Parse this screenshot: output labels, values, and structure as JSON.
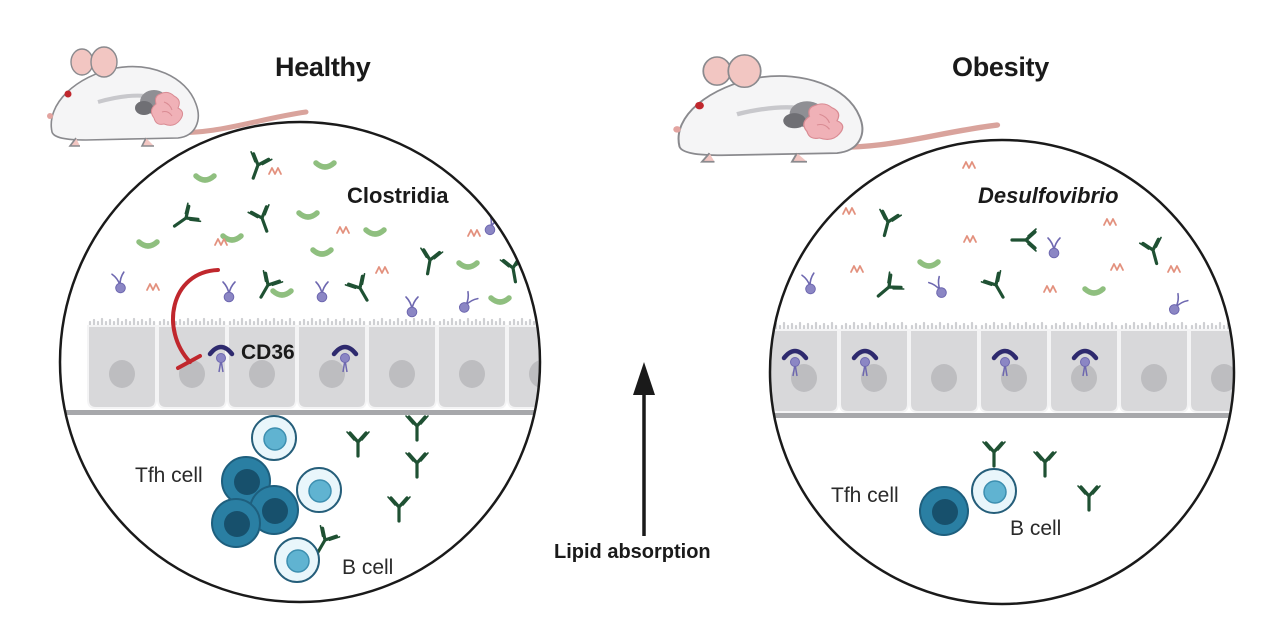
{
  "healthy": {
    "title": "Healthy",
    "bacteria_label": "Clostridia",
    "receptor_label": "CD36",
    "tfh_label": "Tfh cell",
    "bcell_label": "B cell"
  },
  "obesity": {
    "title": "Obesity",
    "bacteria_label": "Desulfovibrio",
    "tfh_label": "Tfh cell",
    "bcell_label": "B cell"
  },
  "center": {
    "arrow_label": "Lipid absorption"
  },
  "colors": {
    "antibody": "#1f5133",
    "bacteria_green": "#8fbf7f",
    "bacteria_pink": "#e3917e",
    "lipid": "#8b86c4",
    "receptor": "#2e2a6e",
    "inhibition": "#c0272d",
    "tfh": "#2a7fa3",
    "bcell": "#60b3d1",
    "epithelium": "#d4d4d6"
  },
  "icons": [
    "mouse-healthy-icon",
    "mouse-obese-icon",
    "antibody-icon",
    "bacterium-icon",
    "lipid-molecule-icon",
    "cd36-receptor-icon",
    "inhibition-arrow-icon"
  ]
}
